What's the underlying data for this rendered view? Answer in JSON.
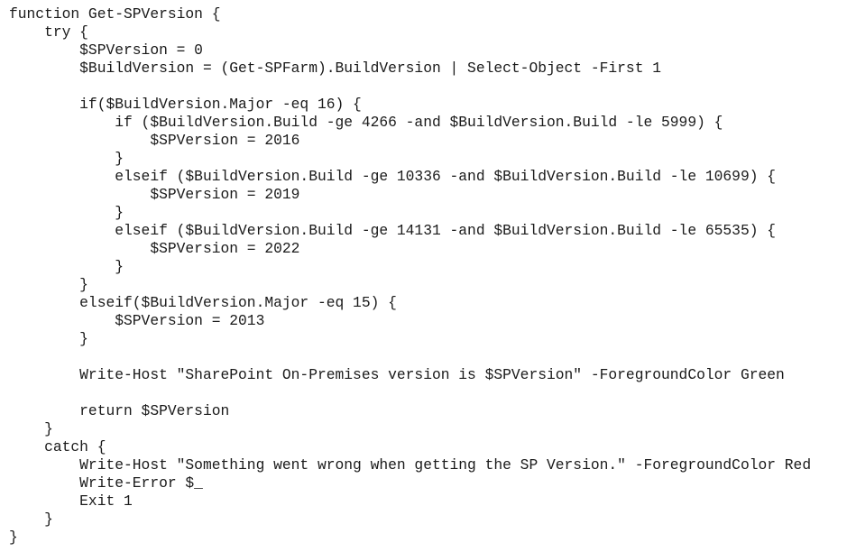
{
  "code": {
    "language": "PowerShell",
    "lines": [
      "function Get-SPVersion {",
      "    try {",
      "        $SPVersion = 0",
      "        $BuildVersion = (Get-SPFarm).BuildVersion | Select-Object -First 1",
      "",
      "        if($BuildVersion.Major -eq 16) {",
      "            if ($BuildVersion.Build -ge 4266 -and $BuildVersion.Build -le 5999) {",
      "                $SPVersion = 2016",
      "            }",
      "            elseif ($BuildVersion.Build -ge 10336 -and $BuildVersion.Build -le 10699) {",
      "                $SPVersion = 2019",
      "            }",
      "            elseif ($BuildVersion.Build -ge 14131 -and $BuildVersion.Build -le 65535) {",
      "                $SPVersion = 2022",
      "            }",
      "        }",
      "        elseif($BuildVersion.Major -eq 15) {",
      "            $SPVersion = 2013",
      "        }",
      "",
      "        Write-Host \"SharePoint On-Premises version is $SPVersion\" -ForegroundColor Green",
      "",
      "        return $SPVersion",
      "    }",
      "    catch {",
      "        Write-Host \"Something went wrong when getting the SP Version.\" -ForegroundColor Red",
      "        Write-Error $_",
      "        Exit 1",
      "    }",
      "}"
    ]
  },
  "colors": {
    "background": "#ffffff",
    "text": "#1a1a1a"
  }
}
